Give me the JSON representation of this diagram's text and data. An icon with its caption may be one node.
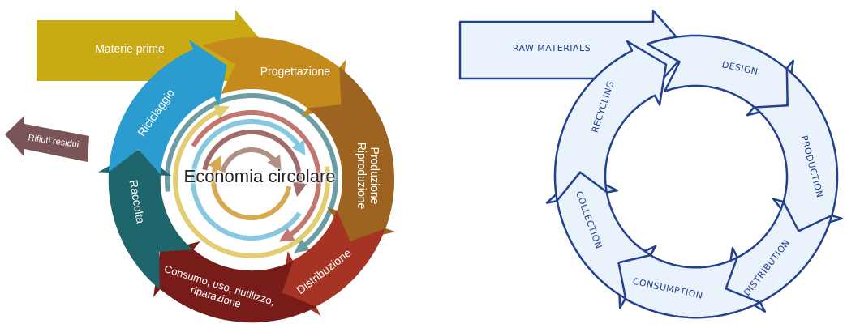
{
  "diagram": {
    "nodes": [
      {
        "text": [
          "Materie prime"
        ]
      },
      {
        "text": [
          "Progettazione"
        ]
      },
      {
        "text": [
          "Produzione Riproduzione"
        ]
      },
      {
        "text": [
          "Distribuzione"
        ]
      },
      {
        "text": [
          "Consumo, uso, riutilizzo, riparazione"
        ]
      },
      {
        "text": [
          "Raccolta"
        ]
      },
      {
        "text": [
          "Riciclaggio"
        ]
      },
      {
        "text": [
          "Rifiuti residui"
        ]
      },
      {
        "text": [
          "RAW MATERIALS"
        ]
      },
      {
        "text": [
          "DESIGN"
        ]
      },
      {
        "text": [
          "PRODUCTION"
        ]
      },
      {
        "text": [
          "DISTRIBUTION"
        ]
      },
      {
        "text": [
          "CONSUMPTION"
        ]
      },
      {
        "text": [
          "COLLECTION"
        ]
      },
      {
        "text": [
          "RECYCLING"
        ]
      }
    ],
    "labels": [
      "Economia circolare"
    ]
  }
}
